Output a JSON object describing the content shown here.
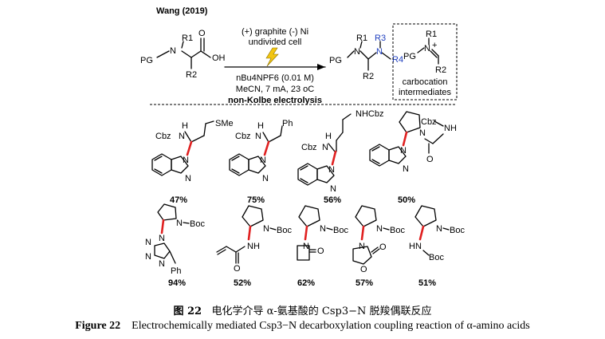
{
  "reference": "Wang (2019)",
  "conditions": {
    "line1": "(+) graphite (-) Ni",
    "line2": "undivided cell",
    "electrolyte": "nBu4NPF6 (0.01 M)",
    "line4": "MeCN, 7 mA, 23 oC",
    "line5": "non-Kolbe electrolysis"
  },
  "reactant_labels": [
    "R1",
    "PG",
    "N",
    "OH",
    "O",
    "R2"
  ],
  "product_labels": [
    "R1",
    "PG",
    "N",
    "N",
    "R3",
    "R4",
    "R2"
  ],
  "intermediate_box": {
    "labels": [
      "R1",
      "PG",
      "N",
      "+",
      "R2"
    ],
    "caption_line1": "carbocation",
    "caption_line2": "intermediates"
  },
  "products": [
    {
      "yield": "47%",
      "labels": [
        "Cbz",
        "H",
        "N",
        "SMe",
        "N",
        "N"
      ]
    },
    {
      "yield": "75%",
      "labels": [
        "Cbz",
        "H",
        "N",
        "Ph",
        "N",
        "N"
      ]
    },
    {
      "yield": "56%",
      "labels": [
        "NHCbz",
        "Cbz",
        "H",
        "N",
        "N",
        "N"
      ]
    },
    {
      "yield": "50%",
      "labels": [
        "Cbz",
        "N",
        "NH",
        "N",
        "O",
        "N",
        "N"
      ]
    },
    {
      "yield": "94%",
      "labels": [
        "N",
        "Boc",
        "N",
        "N",
        "N",
        "N",
        "Ph"
      ]
    },
    {
      "yield": "52%",
      "labels": [
        "N",
        "Boc",
        "NH",
        "O"
      ]
    },
    {
      "yield": "62%",
      "labels": [
        "N",
        "Boc",
        "N",
        "O"
      ]
    },
    {
      "yield": "57%",
      "labels": [
        "N",
        "Boc",
        "N",
        "O",
        "O"
      ]
    },
    {
      "yield": "51%",
      "labels": [
        "N",
        "Boc",
        "HN",
        "Boc"
      ]
    }
  ],
  "caption": {
    "cn_label": "图 22",
    "cn_text": "电化学介导 α-氨基酸的 Csp3−N 脱羧偶联反应",
    "en_label": "Figure 22",
    "en_text": "Electrochemically mediated Csp3−N decarboxylation coupling reaction of α-amino acids"
  }
}
